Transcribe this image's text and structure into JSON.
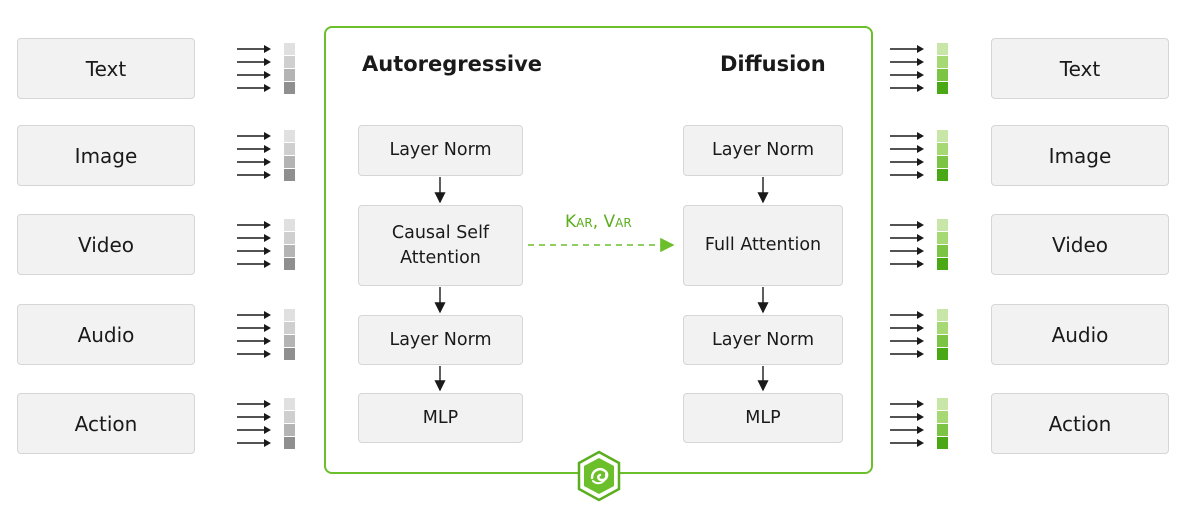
{
  "modalities_in": [
    "Text",
    "Image",
    "Video",
    "Audio",
    "Action"
  ],
  "modalities_out": [
    "Text",
    "Image",
    "Video",
    "Audio",
    "Action"
  ],
  "autoregressive": {
    "title": "Autoregressive",
    "blocks": [
      "Layer Norm",
      "Causal Self Attention",
      "Layer Norm",
      "MLP"
    ]
  },
  "diffusion": {
    "title": "Diffusion",
    "blocks": [
      "Layer Norm",
      "Full Attention",
      "Layer Norm",
      "MLP"
    ]
  },
  "kv_label": "Kar, Var",
  "icons": {
    "logo": "cube-logo-icon"
  },
  "colors": {
    "accent": "#6bbf2a",
    "token_gray": [
      "#e0e0e0",
      "#cfcfcf",
      "#b4b4b4",
      "#8f8f8f"
    ],
    "token_green": [
      "#c8e6a8",
      "#a6d873",
      "#7cc444",
      "#4aa814"
    ]
  }
}
